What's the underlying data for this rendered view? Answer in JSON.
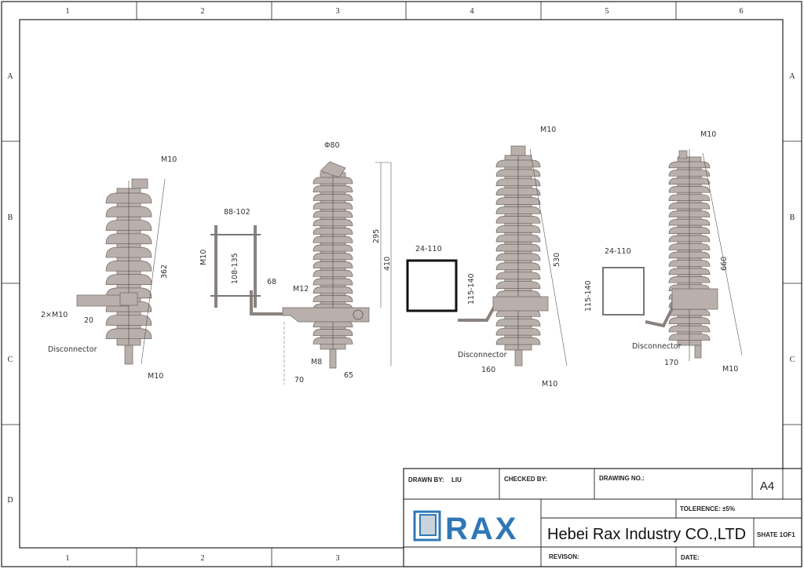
{
  "border": {
    "columns": [
      "1",
      "2",
      "3",
      "4",
      "5",
      "6"
    ],
    "bottom_columns": [
      "1",
      "2",
      "3"
    ],
    "rows": [
      "A",
      "B",
      "C",
      "D"
    ]
  },
  "drawings": [
    {
      "labels": {
        "top_thread": "M10",
        "height": "362",
        "mount_bolts": "2×M10",
        "spacing": "20",
        "disconnector": "Disconnector",
        "bottom_thread": "M10"
      }
    },
    {
      "labels": {
        "diameter": "Φ80",
        "bracket_width": "88-102",
        "bolt": "M10",
        "bracket_height": "108-135",
        "offset": "68",
        "pin": "M12",
        "upper_height": "295",
        "height": "410",
        "bottom_thread": "M8",
        "left_offset": "70",
        "right_offset": "65"
      }
    },
    {
      "labels": {
        "top_thread": "M10",
        "bracket_width": "24-110",
        "bracket_height": "115-140",
        "height": "530",
        "disconnector": "Disconnector",
        "offset": "160",
        "bottom_thread": "M10"
      }
    },
    {
      "labels": {
        "top_thread": "M10",
        "bracket_width": "24-110",
        "bracket_height": "115-140",
        "height": "660",
        "disconnector": "Disconnector",
        "offset": "170",
        "bottom_thread": "M10"
      }
    }
  ],
  "title_block": {
    "drawn_by_label": "DRAWN BY:",
    "drawn_by": "LIU",
    "checked_by_label": "CHECKED BY:",
    "drawing_no_label": "DRAWING NO.:",
    "size": "A4",
    "logo_text": "RAX",
    "tolerance_label": "TOLERENCE:",
    "tolerance": "±5%",
    "company": "Hebei Rax Industry CO.,LTD",
    "sheet": "SHATE 1OF1",
    "revision_label": "REVISON:",
    "date_label": "DATE:",
    "brand_color": "#2f78b7"
  },
  "colors": {
    "insulator": "#b9b0ab",
    "line": "#222222"
  }
}
